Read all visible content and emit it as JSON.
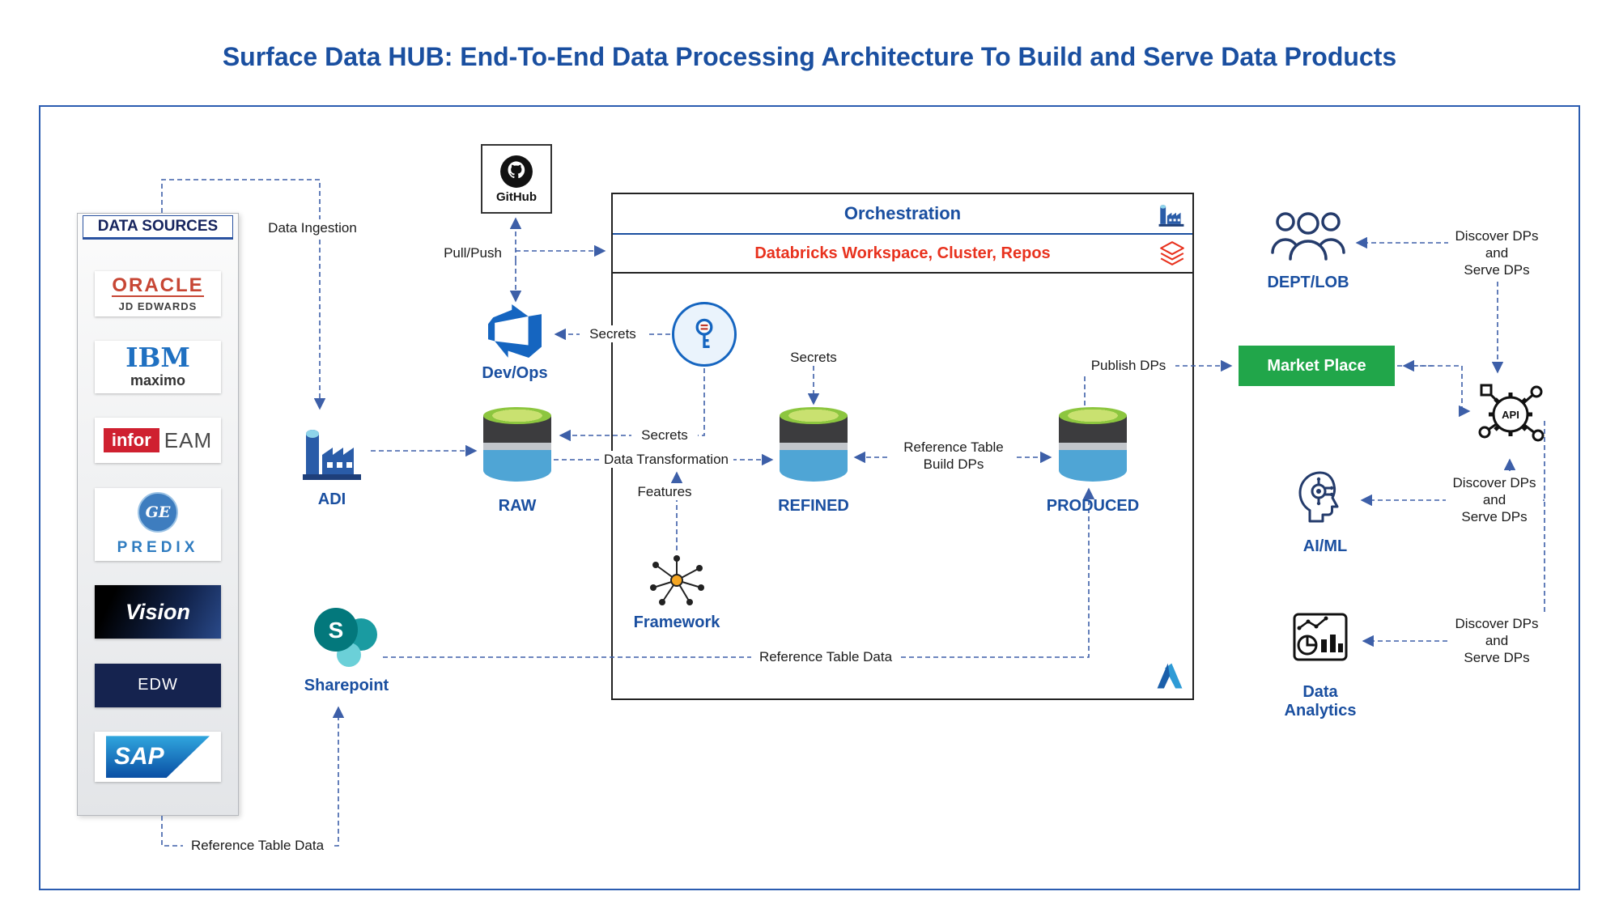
{
  "title": "Surface Data HUB: End-To-End Data Processing Architecture To Build and Serve Data Products",
  "data_sources": {
    "header": "DATA SOURCES",
    "logos": {
      "oracle": {
        "line1": "ORACLE",
        "line2": "JD EDWARDS"
      },
      "ibm": {
        "line1": "IBM",
        "line2": "maximo"
      },
      "infor": {
        "box": "infor",
        "text": "EAM"
      },
      "ge": {
        "monogram": "GE",
        "text": "PREDIX"
      },
      "vision": {
        "text": "Vision"
      },
      "edw": {
        "text": "EDW"
      },
      "sap": {
        "text": "SAP"
      }
    }
  },
  "pipeline": {
    "github": "GitHub",
    "devops": "Dev/Ops",
    "adi": "ADI",
    "raw": "RAW",
    "refined": "REFINED",
    "produced": "PRODUCED",
    "framework": "Framework",
    "sharepoint": "Sharepoint"
  },
  "orchestration": {
    "title": "Orchestration",
    "subtitle": "Databricks Workspace, Cluster, Repos"
  },
  "consumers": {
    "marketplace": "Market Place",
    "dept_lob": "DEPT/LOB",
    "ai_ml": "AI/ML",
    "data_analytics": "Data Analytics",
    "api_text": "API"
  },
  "edge_labels": {
    "data_ingestion": "Data Ingestion",
    "pull_push": "Pull/Push",
    "secrets_devops": "Secrets",
    "secrets_raw": "Secrets",
    "secrets_refined": "Secrets",
    "data_transformation": "Data Transformation",
    "features": "Features",
    "reference_table_line1": "Reference Table",
    "reference_table_line2": "Build DPs",
    "publish_dps": "Publish DPs",
    "reference_table_data_inner": "Reference Table Data",
    "reference_table_data_bottom": "Reference Table Data",
    "discover_serve": {
      "line1": "Discover DPs",
      "line2": "and",
      "line3": "Serve DPs"
    }
  },
  "colors": {
    "title_blue": "#1A4FA0",
    "line_blue": "#3D5FA8",
    "databricks_red": "#E8321E",
    "marketplace_green": "#21A64A"
  }
}
